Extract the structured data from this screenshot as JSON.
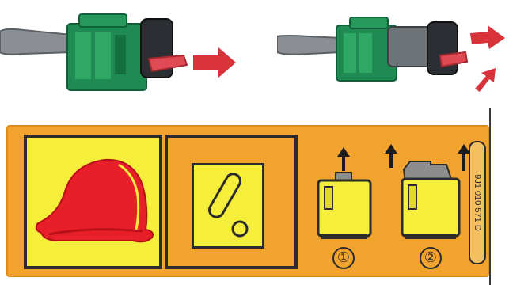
{
  "step_labels": [
    "①",
    "②"
  ],
  "part_code": "9J1 010 571 D",
  "colors": {
    "label_background": "#f2a32e",
    "warning_yellow": "#f5ee3a",
    "helmet_red": "#e81e28",
    "connector_green": "#1f8a52",
    "arrow_red": "#d8323a"
  },
  "icons": [
    "connector-disconnected-icon",
    "connector-locked-icon",
    "firefighter-helmet-icon",
    "fuse-icon",
    "plug-step-1-icon",
    "plug-step-2-icon"
  ]
}
